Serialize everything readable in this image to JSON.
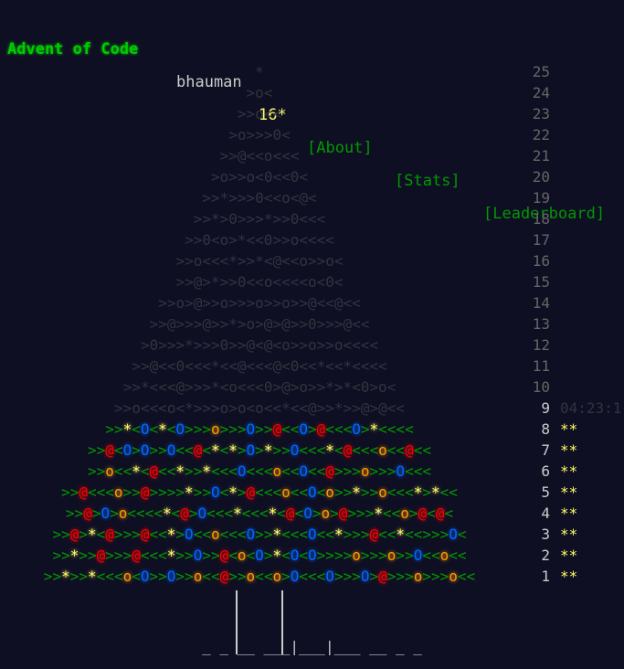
{
  "header": {
    "logo": "Advent of Code",
    "user": "bhauman",
    "star_count": "16*",
    "nav": [
      "[About]",
      "[Stats]",
      "[Leaderboard]"
    ]
  },
  "calendar": {
    "days": [
      {
        "day": "25",
        "art": "*",
        "lit": false
      },
      {
        "day": "24",
        "art": ">o<",
        "lit": false
      },
      {
        "day": "23",
        "art": ">>o<<",
        "lit": false
      },
      {
        "day": "22",
        "art": ">o>>>0<",
        "lit": false
      },
      {
        "day": "21",
        "art": ">>@<<o<<<",
        "lit": false
      },
      {
        "day": "20",
        "art": ">o>>o<0<<0<",
        "lit": false
      },
      {
        "day": "19",
        "art": ">>*>>>0<<o<@<",
        "lit": false
      },
      {
        "day": "18",
        "art": ">>*>0>>>*>>0<<<",
        "lit": false
      },
      {
        "day": "17",
        "art": ">>0<o>*<<0>>o<<<<",
        "lit": false
      },
      {
        "day": "16",
        "art": ">>o<<<*>>*<@<<o>>o<",
        "lit": false
      },
      {
        "day": "15",
        "art": ">>@>*>>0<<o<<<<o<0<",
        "lit": false
      },
      {
        "day": "14",
        "art": ">>o>@>>o>>>o>>o>>@<<@<<",
        "lit": false
      },
      {
        "day": "13",
        "art": ">>@>>>@>>*>o>@>@>>0>>>@<<",
        "lit": false
      },
      {
        "day": "12",
        "art": ">0>>>*>>>0>>@<@<o>>o>>o<<<<",
        "lit": false
      },
      {
        "day": "11",
        "art": ">>@<<0<<<*<<@<<<@<0<<*<<*<<<<",
        "lit": false
      },
      {
        "day": "10",
        "art": ">>*<<<@>>>*<o<<<0>@>o>>*>*<0>o<",
        "lit": false
      },
      {
        "day": "9",
        "art": ">>o<<<o<*>>>o>o<o<<*<<@>>*>>@>@<<",
        "lit": false,
        "time": "04:23:1"
      },
      {
        "day": "8",
        "art": ">>*<O<*<O>>>o>>>O>>@<<O>@<<<O>*<<<<",
        "lit": true,
        "stars": "**"
      },
      {
        "day": "7",
        "art": ">>@<O>O>>O<<@<*<*>O>*>>O<<<*<@<<<o<<@<<",
        "lit": true,
        "stars": "**"
      },
      {
        "day": "6",
        "art": ">>o<<*<@<<*>>*<<<O<<<o<<O<<@>>>o>>>O<<<",
        "lit": true,
        "stars": "**"
      },
      {
        "day": "5",
        "art": ">>@<<<o>>@>>>>*>>O<*>@<<<o<<O<o>>*>>o<<<*>*<<",
        "lit": true,
        "stars": "**"
      },
      {
        "day": "4",
        "art": ">>@>O>o<<<<*<@>O<<<*<<<*<@<O>o>@>>>*<<o>@<@<",
        "lit": true,
        "stars": "**"
      },
      {
        "day": "3",
        "art": ">>@>*<@>>>@<<*>O<<o<<<O>>*<<<O<<*>>>@<<*<<>>>O<",
        "lit": true,
        "stars": "**"
      },
      {
        "day": "2",
        "art": ">>*>>@>>>@<<<*>>O>>@<o<O>*<O<O>>>>o>>>o>>O<<o<<",
        "lit": true,
        "stars": "**"
      },
      {
        "day": "1",
        "art": ">>*>>*<<<o<O>>O>>o<<@>>o<<o>O<<<O>>>O>@>>>o>>>o<<",
        "lit": true,
        "stars": "**"
      }
    ],
    "ground": "_ _ __ ___|___|___ __ _ _"
  }
}
